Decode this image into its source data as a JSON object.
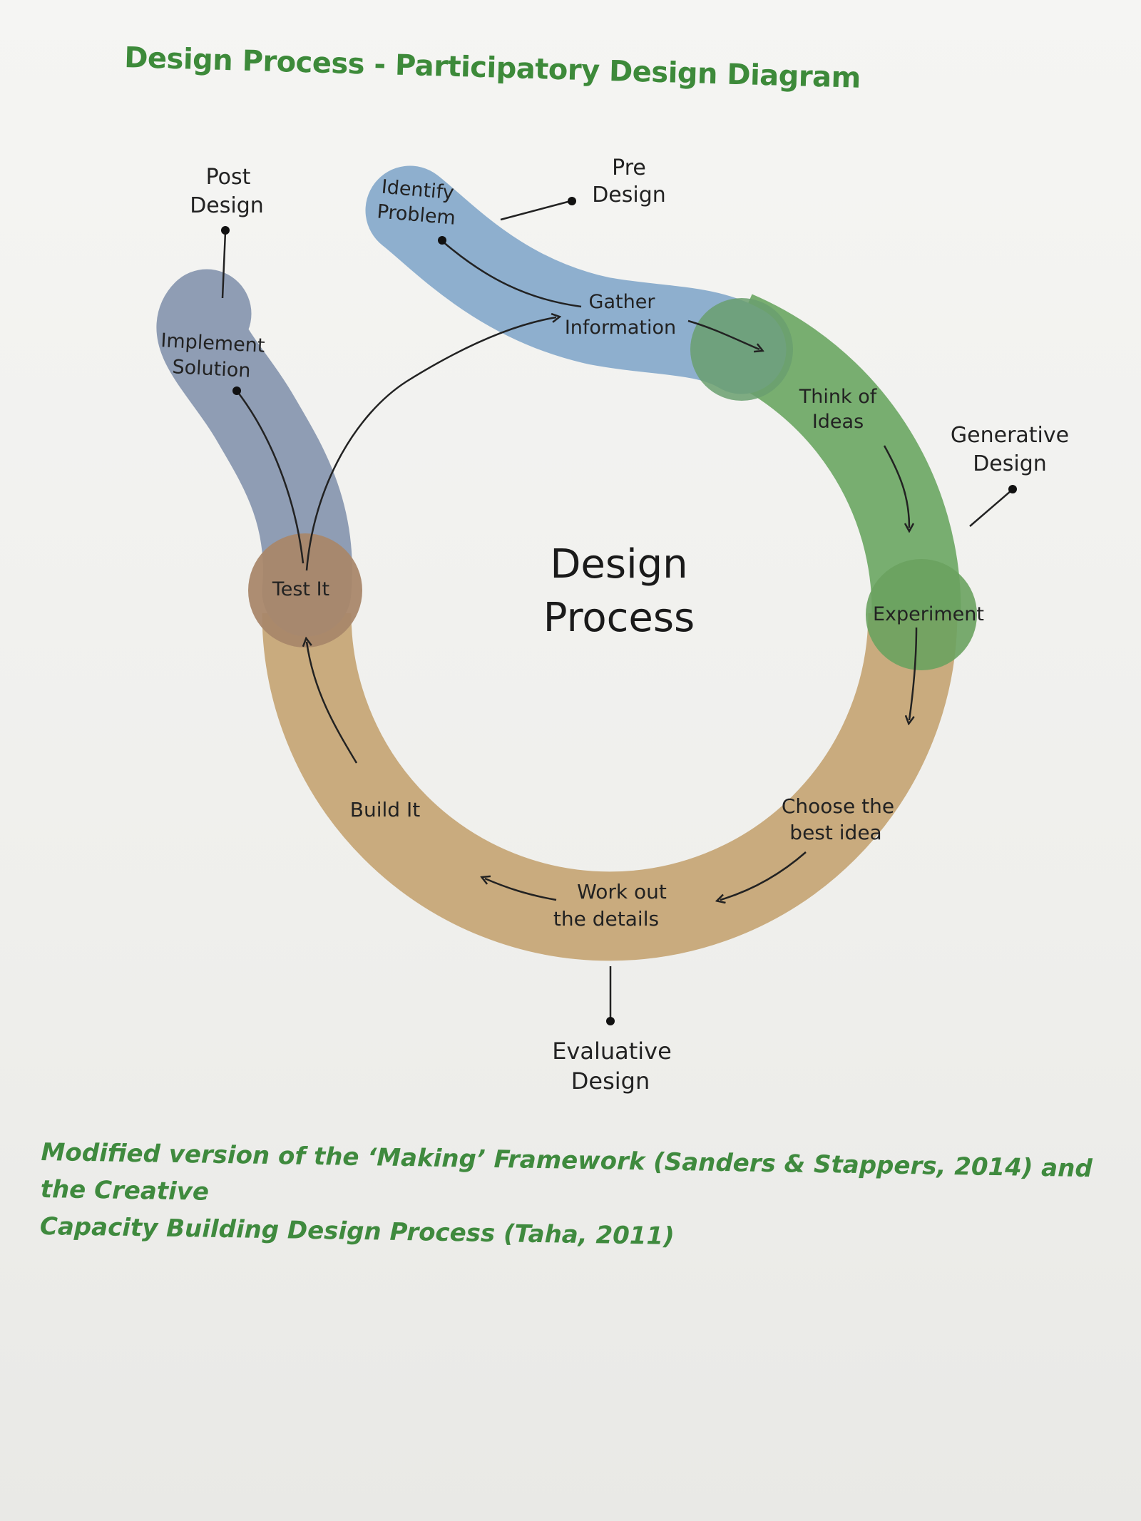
{
  "title": "Design Process - Participatory Design Diagram",
  "center_label": {
    "line1": "Design",
    "line2": "Process"
  },
  "stages": {
    "pre_design": {
      "line1": "Pre",
      "line2": "Design"
    },
    "generative_design": {
      "line1": "Generative",
      "line2": "Design"
    },
    "evaluative_design": {
      "line1": "Evaluative",
      "line2": "Design"
    },
    "post_design": {
      "line1": "Post",
      "line2": "Design"
    }
  },
  "steps": {
    "identify_problem": {
      "line1": "Identify",
      "line2": "Problem"
    },
    "gather_information": {
      "line1": "Gather",
      "line2": "Information"
    },
    "think_of_ideas": {
      "line1": "Think of",
      "line2": "Ideas"
    },
    "experiment": "Experiment",
    "choose_best_idea": {
      "line1": "Choose the",
      "line2": "best idea"
    },
    "work_out_details": {
      "line1": "Work out",
      "line2": "the details"
    },
    "build_it": "Build It",
    "test_it": "Test It",
    "implement_solution": {
      "line1": "Implement",
      "line2": "Solution"
    }
  },
  "caption": {
    "line1": "Modified version of the ‘Making’ Framework (Sanders & Stappers, 2014) and the Creative",
    "line2": "Capacity Building Design Process (Taha, 2011)"
  },
  "colors": {
    "title_green": "#3d8a3a",
    "pre_design_blue": "#8eafce",
    "generative_green": "#6ea865",
    "evaluative_tan": "#c9ab7e",
    "post_design_slate": "#8f9db4",
    "test_overlap_brown": "#a9876a"
  }
}
